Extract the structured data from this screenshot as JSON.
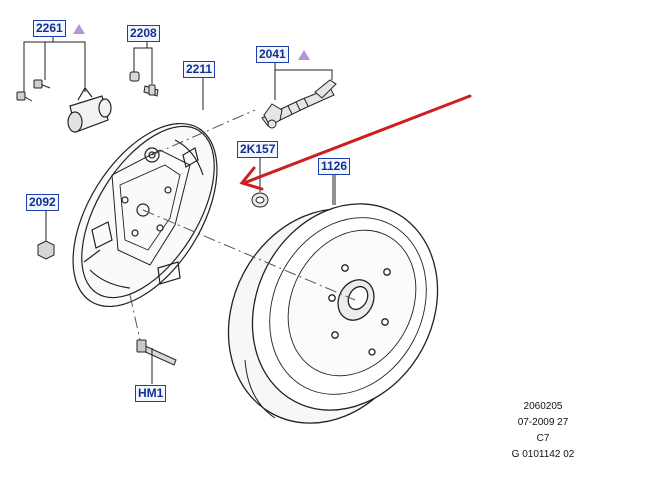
{
  "callouts": {
    "c2261": "2261",
    "c2208": "2208",
    "c2211": "2211",
    "c2041": "2041",
    "c2k157": "2K157",
    "c1126": "1126",
    "c2092": "2092",
    "chm1": "HM1"
  },
  "reference": {
    "line1": "2060205",
    "line2": "07-2009 27",
    "line3": "C7",
    "line4": "G 0101142 02"
  },
  "colors": {
    "label_text": "#10318f",
    "label_border": "#1e3fa8",
    "marker": "#b894d6",
    "arrow": "#cc2020",
    "line_art": "#222222"
  }
}
